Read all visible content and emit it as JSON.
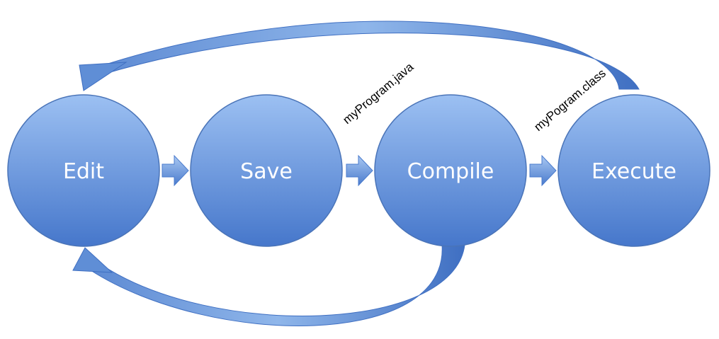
{
  "diagram": {
    "nodes": [
      {
        "id": "edit",
        "label": "Edit"
      },
      {
        "id": "save",
        "label": "Save"
      },
      {
        "id": "compile",
        "label": "Compile"
      },
      {
        "id": "execute",
        "label": "Execute"
      }
    ],
    "edge_labels": {
      "save_to_compile": "myProgram.java",
      "compile_to_execute": "myPogram.class"
    },
    "colors": {
      "node_fill_top": "#9cc0f2",
      "node_fill_bottom": "#4677cb",
      "node_stroke": "#4a74b8",
      "arrow_fill_light": "#8fb6ea",
      "arrow_fill_dark": "#3f6fc2"
    }
  }
}
